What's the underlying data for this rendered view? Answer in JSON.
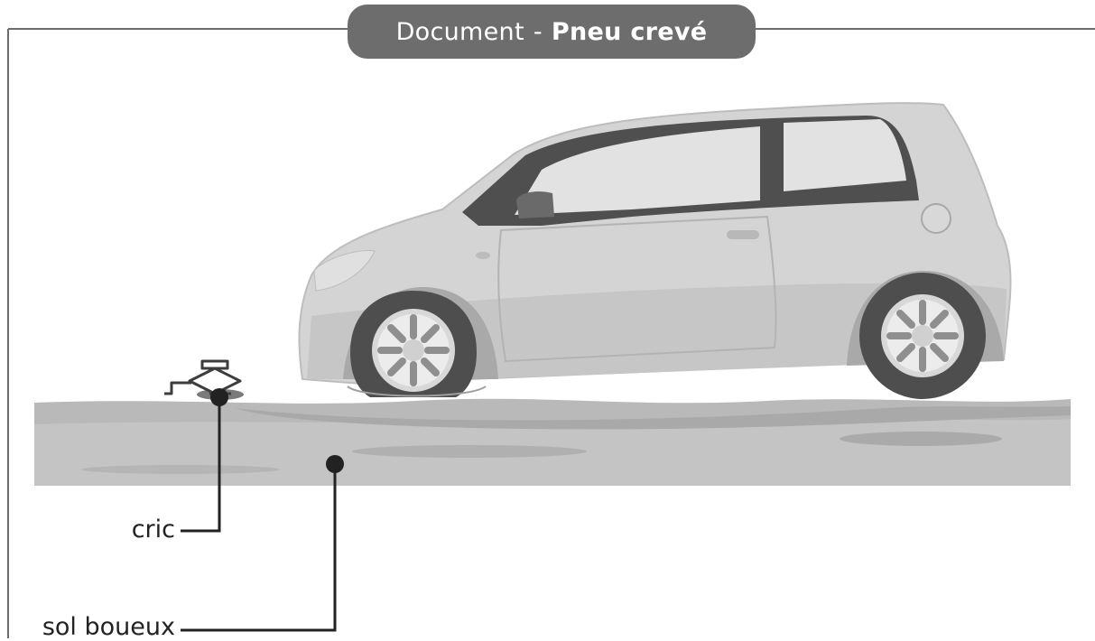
{
  "title": {
    "prefix": "Document",
    "separator": "-",
    "main": "Pneu crevé"
  },
  "labels": {
    "jack": "cric",
    "ground": "sol boueux"
  },
  "colors": {
    "frame_line": "#6d6d6d",
    "title_tab": "#6d6d6d",
    "car_body": "#d2d2d2",
    "ground": "#b8b8b8",
    "tire": "#505050",
    "leader": "#222222"
  }
}
